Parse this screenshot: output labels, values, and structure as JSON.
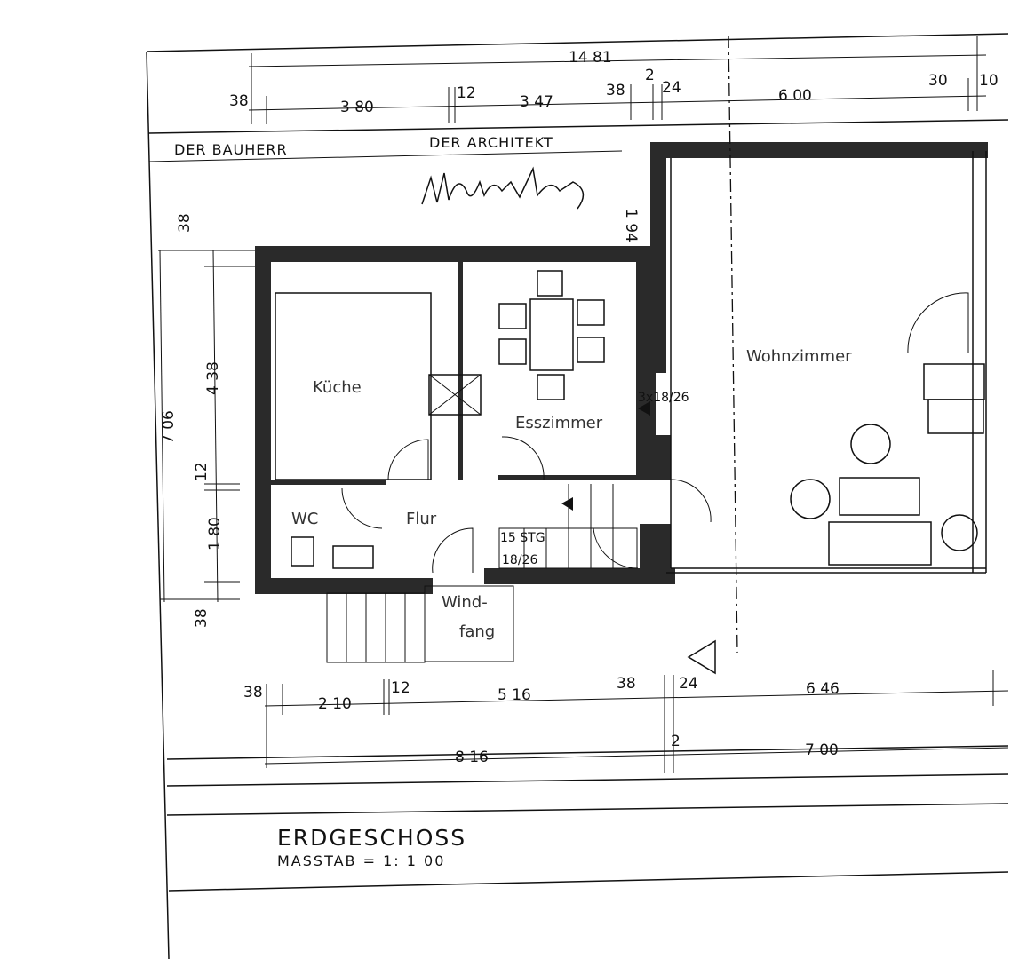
{
  "top_dimensions": {
    "overall": "14 81",
    "segments": [
      "38",
      "3 80",
      "12",
      "3 47",
      "38",
      "2",
      "24",
      "6 00",
      "30",
      "10"
    ]
  },
  "signature_block": {
    "owner_label": "DER BAUHERR",
    "architect_label": "DER ARCHITEKT"
  },
  "left_dimensions": {
    "overall": "7 06",
    "segments": [
      "38",
      "4 38",
      "12",
      "1 80",
      "38"
    ]
  },
  "other_dimensions": {
    "vertical_194": "1 94"
  },
  "rooms": {
    "kitchen": "Küche",
    "dining": "Esszimmer",
    "living": "Wohnzimmer",
    "wc": "WC",
    "hall": "Flur",
    "vestibule_line1": "Wind-",
    "vestibule_line2": "fang"
  },
  "stairs": {
    "steps": "15 STG",
    "ratio": "18/26",
    "small_stair": "3x18/26"
  },
  "bottom_dimensions": {
    "row1": [
      "38",
      "2 10",
      "12",
      "5 16",
      "38",
      "24",
      "6 46"
    ],
    "row2": [
      "2",
      "8 16",
      "7 00"
    ]
  },
  "title_block": {
    "title": "ERDGESCHOSS",
    "scale": "MASSTAB = 1: 1 00"
  }
}
